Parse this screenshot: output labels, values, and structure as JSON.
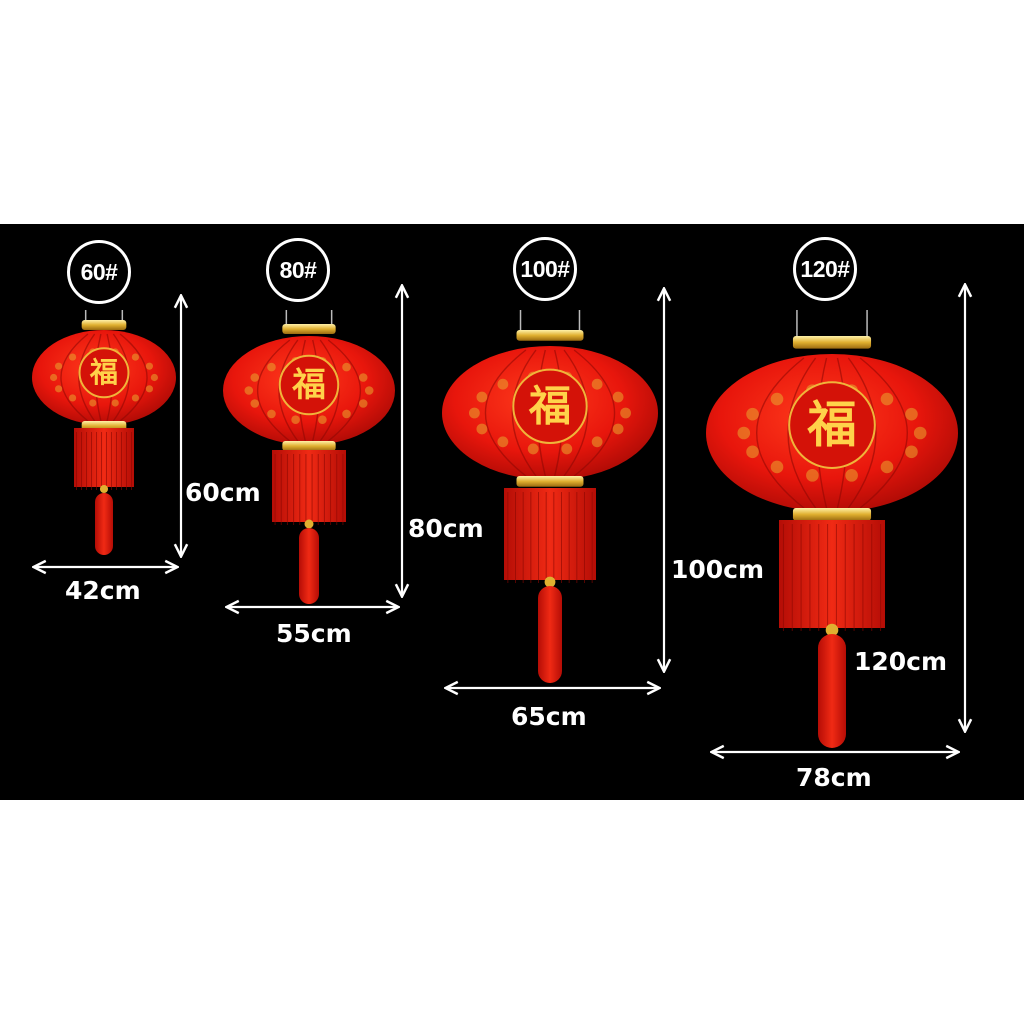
{
  "colors": {
    "background_panel": "#000000",
    "page_margin": "#ffffff",
    "lantern_red": "#e8160c",
    "lantern_dark_red": "#a80a05",
    "gold": "#e0b030",
    "dimension_lines": "#ffffff"
  },
  "lanterns": [
    {
      "size_code": "60#",
      "height": "60cm",
      "width": "42cm",
      "character": "福"
    },
    {
      "size_code": "80#",
      "height": "80cm",
      "width": "55cm",
      "character": "福"
    },
    {
      "size_code": "100#",
      "height": "100cm",
      "width": "65cm",
      "character": "福"
    },
    {
      "size_code": "120#",
      "height": "120cm",
      "width": "78cm",
      "character": "福"
    }
  ]
}
